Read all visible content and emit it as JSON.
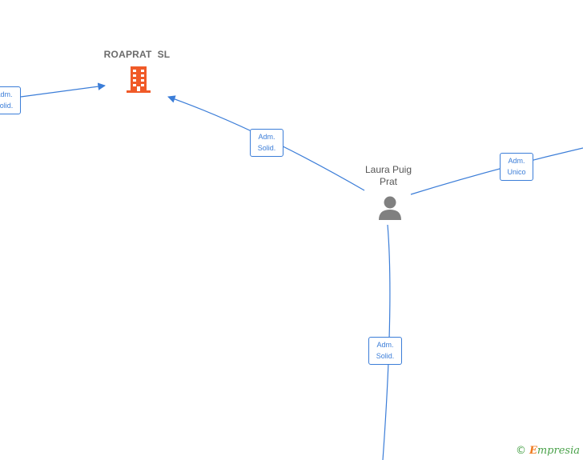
{
  "nodes": {
    "company": {
      "name": "ROAPRAT  SL",
      "icon": "building-icon",
      "color": "#f05a28"
    },
    "person": {
      "name_line1": "Laura Puig",
      "name_line2": "Prat",
      "icon": "person-icon",
      "color": "#808080"
    }
  },
  "relations": [
    {
      "line1": "Adm.",
      "line2": "Solid."
    },
    {
      "line1": "Adm.",
      "line2": "Solid."
    },
    {
      "line1": "Adm.",
      "line2": "Unico"
    },
    {
      "line1": "Adm.",
      "line2": "Solid."
    }
  ],
  "edge_color": "#3b7dd8",
  "footer": {
    "symbol": "©",
    "brand_initial": "E",
    "brand_rest": "mpresia"
  }
}
